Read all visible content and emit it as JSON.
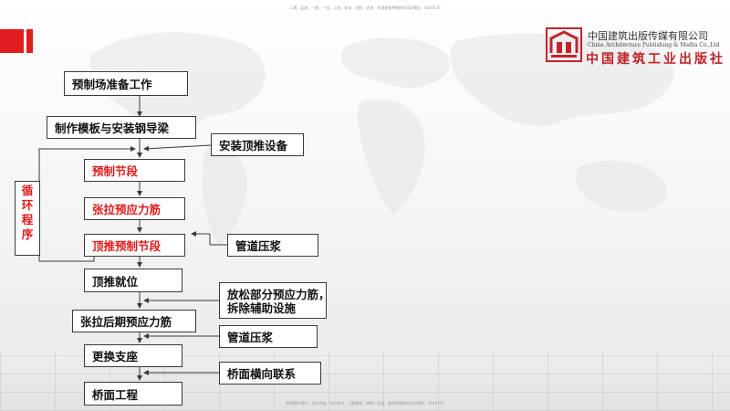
{
  "header": {
    "top_note": "二建、监理、一建、一造、二造、安全、消防、咨询、检测课程押题联系QQ/微信：3649176",
    "bottom_note": "免费题库课件，执业资格，考点串讲，习题精讲，押题三页纸，独家押题联系QQ/微信：3649176"
  },
  "logo": {
    "name_cn": "中国建筑出版传媒有限公司",
    "name_en": "China Architecture Publishing & Media Co.,Ltd",
    "name_cal": "中国建筑工业出版社"
  },
  "colors": {
    "accent_red": "#e11c1c",
    "line": "#3a3a3a"
  },
  "flow": {
    "steps": [
      "预制场准备工作",
      "制作模板与安装钢导梁",
      "预制节段",
      "张拉预应力筋",
      "顶推预制节段",
      "顶推就位",
      "张拉后期预应力筋",
      "更换支座",
      "桥面工程"
    ],
    "side_inputs": [
      "安装顶推设备",
      "管道压浆",
      "放松部分预应力筋，",
      "拆除辅助设施",
      "管道压浆",
      "桥面横向联系"
    ],
    "loop_label_chars": [
      "循",
      "环",
      "程",
      "序"
    ]
  }
}
